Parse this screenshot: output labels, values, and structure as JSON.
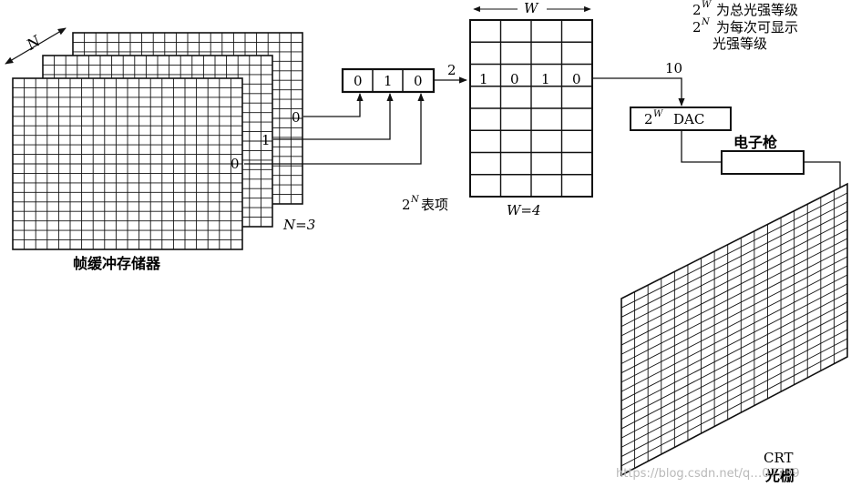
{
  "legend": {
    "line1_base": "2",
    "line1_sup": "W",
    "line1_text": "为总光强等级",
    "line2_base": "2",
    "line2_sup": "N",
    "line2_text": "为每次可显示",
    "line3_text": "光强等级"
  },
  "frame_buffer": {
    "label": "帧缓冲存储器",
    "depth_label": "N",
    "count_label": "N=3",
    "plane_bits": [
      "0",
      "1",
      "0"
    ]
  },
  "register": {
    "bits": [
      "0",
      "1",
      "0"
    ],
    "output_width": "2"
  },
  "lookup_table": {
    "width_label": "W",
    "width_caption": "W=4",
    "entries_caption_base": "2",
    "entries_caption_sup": "N",
    "entries_caption_text": "表项",
    "row_values": [
      "1",
      "0",
      "1",
      "0"
    ],
    "output_width": "10"
  },
  "dac": {
    "label_base": "2",
    "label_sup": "W",
    "label_text": "DAC"
  },
  "electron_gun": {
    "label": "电子枪"
  },
  "crt": {
    "line1": "CRT",
    "line2": "光栅"
  },
  "watermark": "https://blog.csdn.net/q…07739"
}
